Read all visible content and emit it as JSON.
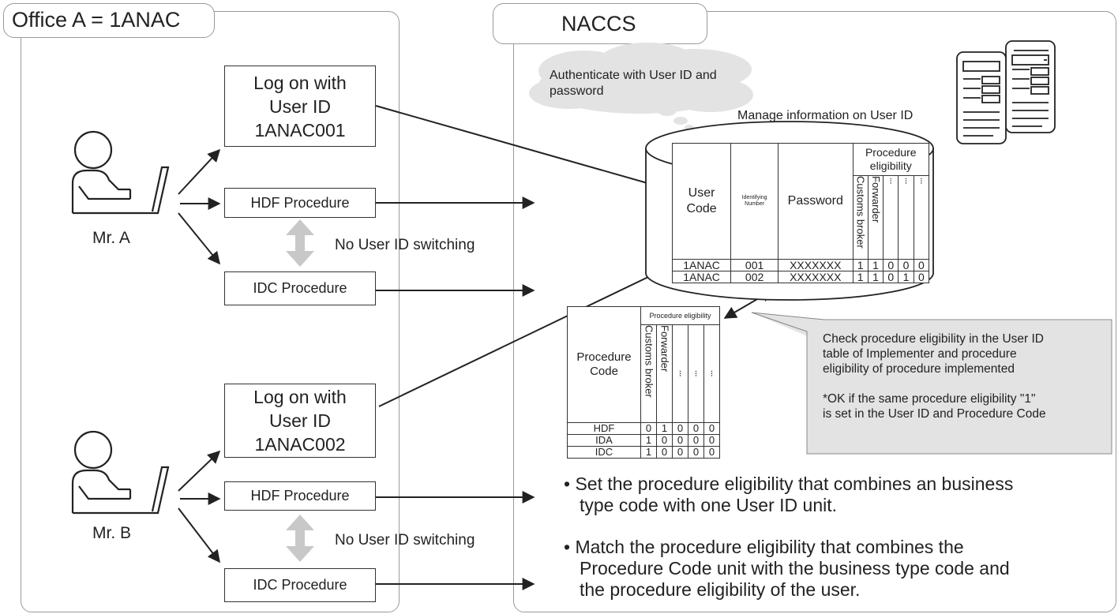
{
  "office_panel": {
    "title": "Office A = 1ANAC"
  },
  "naccs_panel": {
    "title": "NACCS"
  },
  "user_a": {
    "name": "Mr. A",
    "logon": [
      "Log on with",
      "User ID",
      "1ANAC001"
    ],
    "procedure1": "HDF Procedure",
    "procedure2": "IDC Procedure",
    "no_switch": "No User ID switching"
  },
  "user_b": {
    "name": "Mr. B",
    "logon": [
      "Log on with",
      "User ID",
      "1ANAC002"
    ],
    "procedure1": "HDF Procedure",
    "procedure2": "IDC Procedure",
    "no_switch": "No User ID switching"
  },
  "cloud": {
    "lines": [
      "Authenticate with User ID and",
      "password"
    ]
  },
  "manage_caption": "Manage information on User ID",
  "user_table": {
    "header_user_code": [
      "User",
      "Code"
    ],
    "header_identifying_number": [
      "Identifying",
      "Number"
    ],
    "header_password": "Password",
    "header_eligibility": [
      "Procedure",
      "eligibility"
    ],
    "eligibility_columns": [
      "Customs broker",
      "Forwarder",
      "⁝",
      "⁝",
      "⁝"
    ],
    "rows": [
      {
        "user_code": "1ANAC",
        "number": "001",
        "password": "XXXXXXX",
        "flags": [
          "1",
          "1",
          "0",
          "0",
          "0"
        ]
      },
      {
        "user_code": "1ANAC",
        "number": "002",
        "password": "XXXXXXX",
        "flags": [
          "1",
          "1",
          "0",
          "1",
          "0"
        ]
      }
    ]
  },
  "procedure_table": {
    "header_code": [
      "Procedure",
      "Code"
    ],
    "header_eligibility": "Procedure eligibility",
    "eligibility_columns": [
      "Customs broker",
      "Forwarder",
      "⁝",
      "⁝",
      "⁝"
    ],
    "rows": [
      {
        "code": "HDF",
        "flags": [
          "0",
          "1",
          "0",
          "0",
          "0"
        ]
      },
      {
        "code": "IDA",
        "flags": [
          "1",
          "0",
          "0",
          "0",
          "0"
        ]
      },
      {
        "code": "IDC",
        "flags": [
          "1",
          "0",
          "0",
          "0",
          "0"
        ]
      }
    ]
  },
  "callout": {
    "lines": [
      "Check procedure eligibility in the User ID",
      "table of Implementer and procedure",
      "eligibility of procedure implemented"
    ],
    "note_lines": [
      "*OK if the same procedure eligibility \"1\"",
      "is set in the User ID and Procedure Code"
    ]
  },
  "bullets": [
    [
      "• Set the procedure eligibility that combines an business",
      "type code with one User ID unit."
    ],
    [
      "• Match the procedure eligibility that combines the",
      "Procedure Code unit with the business type code and",
      "the procedure eligibility of the user."
    ]
  ]
}
